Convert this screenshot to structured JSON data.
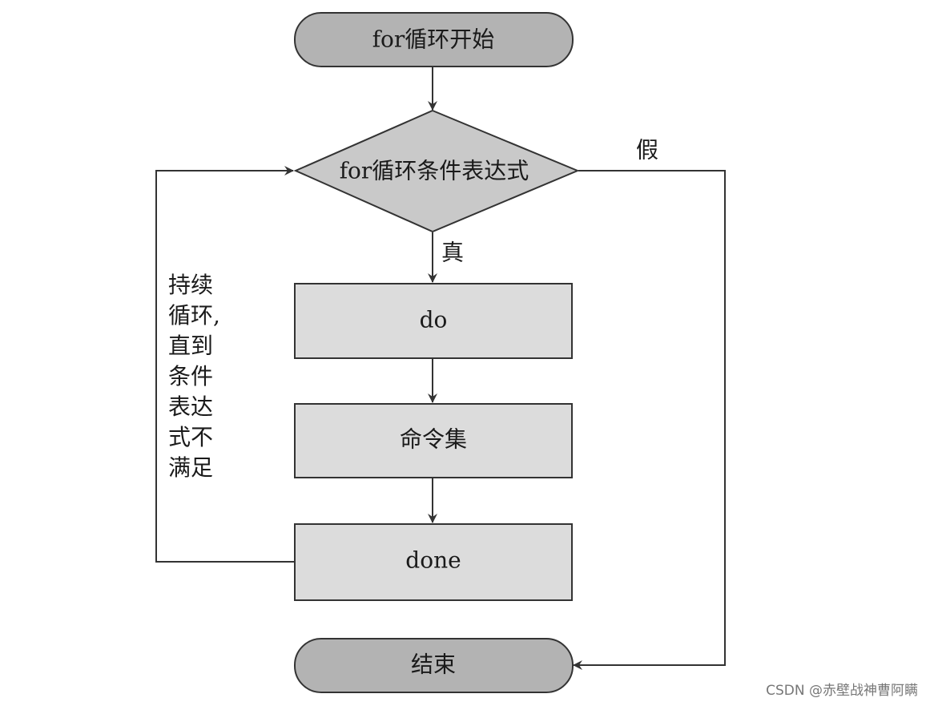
{
  "nodes": {
    "start": "for循环开始",
    "condition": "for循环条件表达式",
    "do": "do",
    "commands": "命令集",
    "done": "done",
    "end": "结束"
  },
  "edges": {
    "true_label": "真",
    "false_label": "假",
    "loop_label_lines": [
      "持续",
      "循环,",
      "直到",
      "条件",
      "表达",
      "式不",
      "满足"
    ]
  },
  "watermark": "CSDN @赤壁战神曹阿瞒",
  "colors": {
    "terminal_fill": "#b3b3b3",
    "decision_fill": "#c9c9c9",
    "process_fill": "#dcdcdc",
    "stroke": "#333333"
  }
}
